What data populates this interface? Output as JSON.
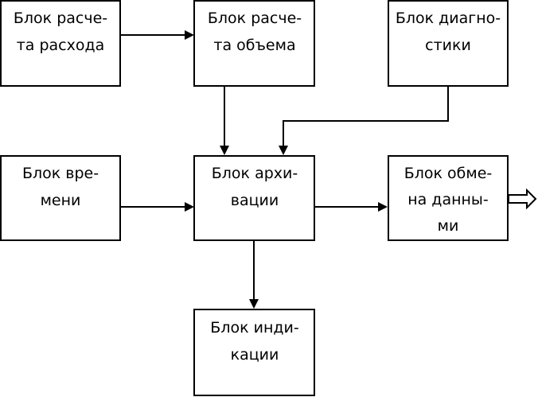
{
  "blocks": {
    "flow_calc": {
      "line1": "Блок расче-",
      "line2": "та расхода"
    },
    "volume_calc": {
      "line1": "Блок расче-",
      "line2": "та объема"
    },
    "diagnostics": {
      "line1": "Блок диагно-",
      "line2": "стики"
    },
    "time": {
      "line1": "Блок вре-",
      "line2": "мени"
    },
    "archive": {
      "line1": "Блок архи-",
      "line2": "вации"
    },
    "exchange": {
      "line1": "Блок обме-",
      "line2": "на данны-",
      "line3": "ми"
    },
    "indication": {
      "line1": "Блок инди-",
      "line2": "кации"
    }
  },
  "connections": [
    {
      "from": "flow_calc",
      "to": "volume_calc"
    },
    {
      "from": "volume_calc",
      "to": "archive"
    },
    {
      "from": "diagnostics",
      "to": "archive"
    },
    {
      "from": "time",
      "to": "archive"
    },
    {
      "from": "archive",
      "to": "exchange"
    },
    {
      "from": "archive",
      "to": "indication"
    },
    {
      "from": "exchange",
      "to": "external-output"
    }
  ]
}
